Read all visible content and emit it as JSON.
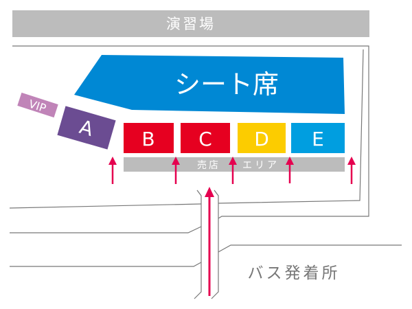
{
  "header": {
    "label": "演習場"
  },
  "seating": {
    "label": "シート席"
  },
  "blocks": [
    {
      "id": "VIP",
      "label": "VIP",
      "color": "#c084b8"
    },
    {
      "id": "A",
      "label": "A",
      "color": "#6b4c92"
    },
    {
      "id": "B",
      "label": "B",
      "color": "#e60020"
    },
    {
      "id": "C",
      "label": "C",
      "color": "#e60020"
    },
    {
      "id": "D",
      "label": "D",
      "color": "#fccc00"
    },
    {
      "id": "E",
      "label": "E",
      "color": "#009ee0"
    }
  ],
  "shop_area": {
    "label_1": "売店",
    "label_2": "エリア"
  },
  "bus_stop": {
    "label": "バス発着所"
  },
  "colors": {
    "seat_blue": "#0088d4",
    "arrow": "#e5004f",
    "gray": "#bcbcbc",
    "line": "#666666"
  }
}
